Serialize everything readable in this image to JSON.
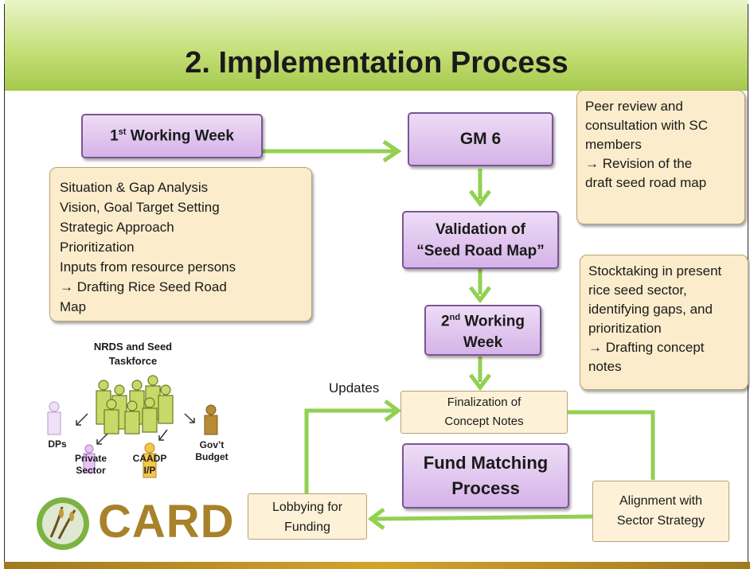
{
  "slide": {
    "title": "2. Implementation Process"
  },
  "nodes": {
    "working_week_1": {
      "main": "1",
      "sup": "st",
      "rest": " Working Week"
    },
    "gm6": {
      "label": "GM 6"
    },
    "validation": {
      "line1": "Validation of",
      "line2": "“Seed Road Map”"
    },
    "working_week_2": {
      "main": "2",
      "sup": "nd",
      "rest": " Working",
      "line2": "Week"
    },
    "finalization": {
      "line1": "Finalization of",
      "line2": "Concept Notes"
    },
    "fund_matching": {
      "line1": "Fund Matching",
      "line2": "Process"
    },
    "alignment": {
      "line1": "Alignment with",
      "line2": "Sector Strategy"
    },
    "lobbying": {
      "line1": "Lobbying for",
      "line2": "Funding"
    }
  },
  "notes": {
    "week1_tasks": [
      "Situation & Gap Analysis",
      "Vision, Goal Target Setting",
      "Strategic Approach",
      "Prioritization",
      "Inputs from resource persons",
      "→ Drafting Rice Seed Road",
      "Map"
    ],
    "peer_review": [
      "Peer review and",
      "consultation with SC",
      "members",
      "→ Revision of the",
      "draft seed road map"
    ],
    "stocktaking": [
      "Stocktaking in present",
      "rice seed sector,",
      "identifying gaps, and",
      "prioritization",
      "→ Drafting concept",
      "notes"
    ]
  },
  "labels": {
    "updates": "Updates"
  },
  "stakeholders": {
    "title_line1": "NRDS and Seed",
    "title_line2": "Taskforce",
    "dps": "DPs",
    "private_line1": "Private",
    "private_line2": "Sector",
    "caadp_line1": "CAADP",
    "caadp_line2": "I/P",
    "govt_line1": "Gov’t",
    "govt_line2": "Budget"
  },
  "logo": {
    "text": "CARD"
  },
  "colors": {
    "arrow_green": "#92d050",
    "purple_border": "#7d5494",
    "header_green": "#c6e07a",
    "logo_brown": "#a8822a"
  }
}
